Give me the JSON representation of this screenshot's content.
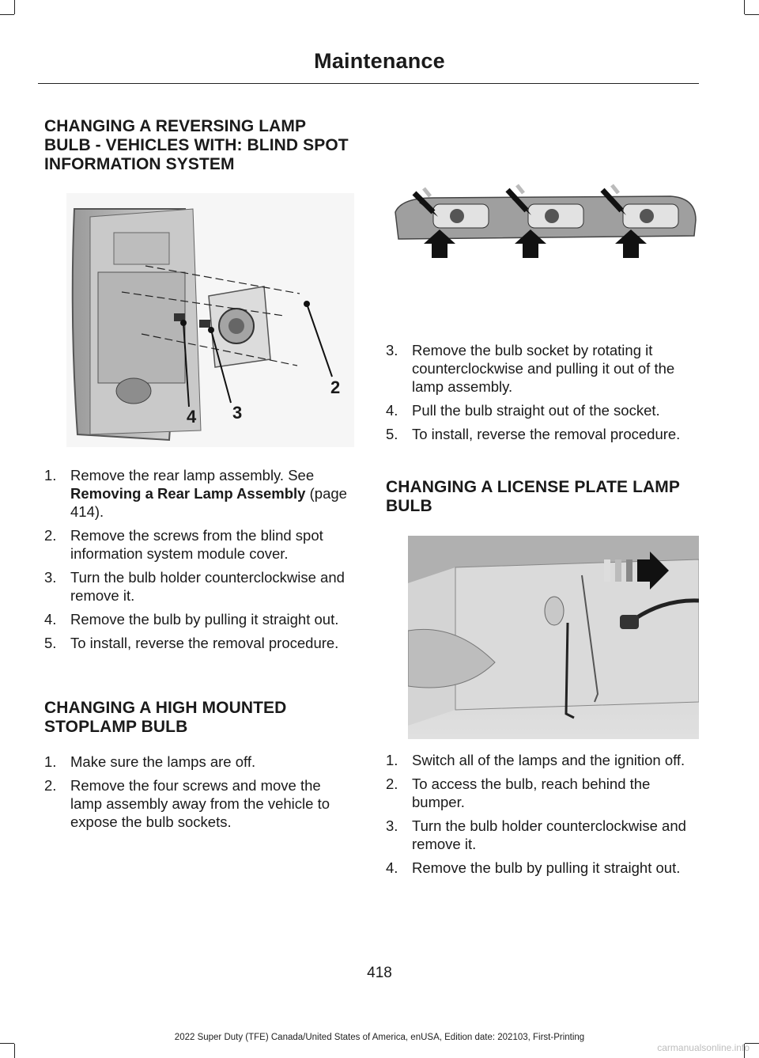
{
  "header": {
    "title": "Maintenance"
  },
  "left": {
    "section1": {
      "heading": "CHANGING A REVERSING LAMP BULB - VEHICLES WITH: BLIND SPOT INFORMATION SYSTEM",
      "figure": {
        "callouts": [
          "2",
          "3",
          "4"
        ]
      },
      "steps": [
        {
          "num": "1.",
          "pre": "Remove the rear lamp assembly.  See ",
          "ref": "Removing a Rear Lamp Assembly",
          "post": " (page 414)."
        },
        {
          "num": "2.",
          "text": "Remove the screws from the blind spot information system module cover."
        },
        {
          "num": "3.",
          "text": "Turn the bulb holder counterclockwise and remove it."
        },
        {
          "num": "4.",
          "text": "Remove the bulb by pulling it straight out."
        },
        {
          "num": "5.",
          "text": "To install, reverse the removal procedure."
        }
      ]
    },
    "section2": {
      "heading": "CHANGING A HIGH MOUNTED STOPLAMP BULB",
      "steps": [
        {
          "num": "1.",
          "text": "Make sure the lamps are off."
        },
        {
          "num": "2.",
          "text": "Remove the four screws and move the lamp assembly away from the vehicle to expose the bulb sockets."
        }
      ]
    }
  },
  "right": {
    "section2_cont": {
      "steps": [
        {
          "num": "3.",
          "text": "Remove the bulb socket by rotating it counterclockwise and pulling it out of the lamp assembly."
        },
        {
          "num": "4.",
          "text": "Pull the bulb straight out of the socket."
        },
        {
          "num": "5.",
          "text": "To install, reverse the removal procedure."
        }
      ]
    },
    "section3": {
      "heading": "CHANGING A LICENSE PLATE LAMP BULB",
      "steps": [
        {
          "num": "1.",
          "text": "Switch all of the lamps and the ignition off."
        },
        {
          "num": "2.",
          "text": "To access the bulb, reach behind the bumper."
        },
        {
          "num": "3.",
          "text": "Turn the bulb holder counterclockwise and remove it."
        },
        {
          "num": "4.",
          "text": "Remove the bulb by pulling it straight out."
        }
      ]
    }
  },
  "footer": {
    "page_number": "418",
    "edition": "2022 Super Duty (TFE) Canada/United States of America, enUSA, Edition date: 202103, First-Printing",
    "watermark": "carmanualsonline.info"
  }
}
